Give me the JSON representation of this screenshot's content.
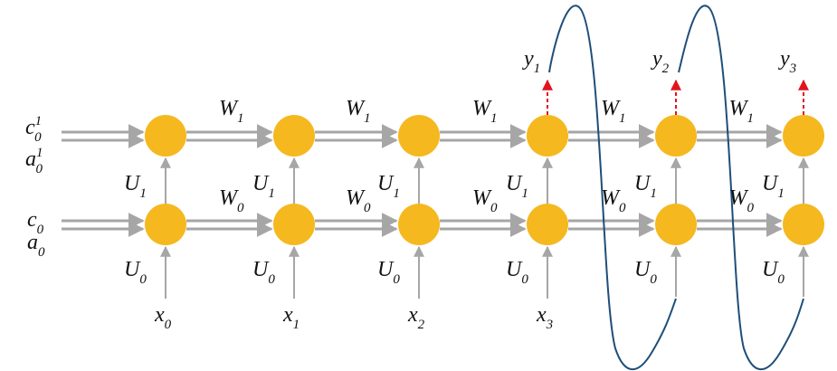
{
  "colors": {
    "node_fill": "#F5B81E",
    "arrow": "#A6A6A6",
    "output_arrow": "#E0141E",
    "curve": "#1F4E79",
    "text": "#111111"
  },
  "inputs_left": {
    "top": [
      {
        "main": "c",
        "sup": "1",
        "sub": "0"
      },
      {
        "main": "a",
        "sup": "1",
        "sub": "0"
      }
    ],
    "bottom": [
      {
        "main": "c",
        "sub": "0"
      },
      {
        "main": "a",
        "sub": "0"
      }
    ]
  },
  "columns": [
    {
      "x": {
        "main": "x",
        "sub": "0"
      },
      "U0": {
        "main": "U",
        "sub": "0"
      },
      "U1": {
        "main": "U",
        "sub": "1"
      },
      "y": null
    },
    {
      "x": {
        "main": "x",
        "sub": "1"
      },
      "U0": {
        "main": "U",
        "sub": "0"
      },
      "U1": {
        "main": "U",
        "sub": "1"
      },
      "y": null
    },
    {
      "x": {
        "main": "x",
        "sub": "2"
      },
      "U0": {
        "main": "U",
        "sub": "0"
      },
      "U1": {
        "main": "U",
        "sub": "1"
      },
      "y": null
    },
    {
      "x": {
        "main": "x",
        "sub": "3"
      },
      "U0": {
        "main": "U",
        "sub": "0"
      },
      "U1": {
        "main": "U",
        "sub": "1"
      },
      "y": {
        "main": "y",
        "sub": "1"
      }
    },
    {
      "x": null,
      "U0": {
        "main": "U",
        "sub": "0"
      },
      "U1": {
        "main": "U",
        "sub": "1"
      },
      "y": {
        "main": "y",
        "sub": "2"
      }
    },
    {
      "x": null,
      "U0": {
        "main": "U",
        "sub": "0"
      },
      "U1": {
        "main": "U",
        "sub": "1"
      },
      "y": {
        "main": "y",
        "sub": "3"
      }
    }
  ],
  "weights": {
    "top": {
      "main": "W",
      "sub": "1"
    },
    "bottom": {
      "main": "W",
      "sub": "0"
    }
  },
  "feedback_curves": 2
}
